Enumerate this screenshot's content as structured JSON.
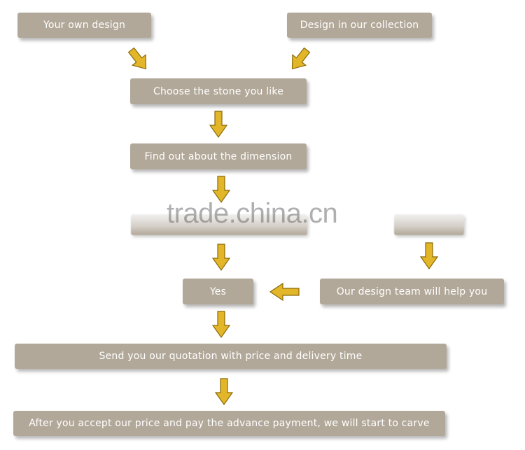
{
  "steps": {
    "own_design": "Your own design",
    "collection": "Design in our collection",
    "choose_stone": "Choose the stone you like",
    "dimension": "Find out about the dimension",
    "yes": "Yes",
    "design_team": "Our design team will help you",
    "quotation": "Send you our quotation with price and delivery time",
    "carve": "After you accept our price and pay the advance payment, we will start to carve"
  },
  "watermark": "trade.china.cn",
  "colors": {
    "box_fill": "#b2a899",
    "box_text": "#ffffff",
    "arrow_fill": "#e2b628",
    "arrow_stroke": "#8a6a08"
  }
}
